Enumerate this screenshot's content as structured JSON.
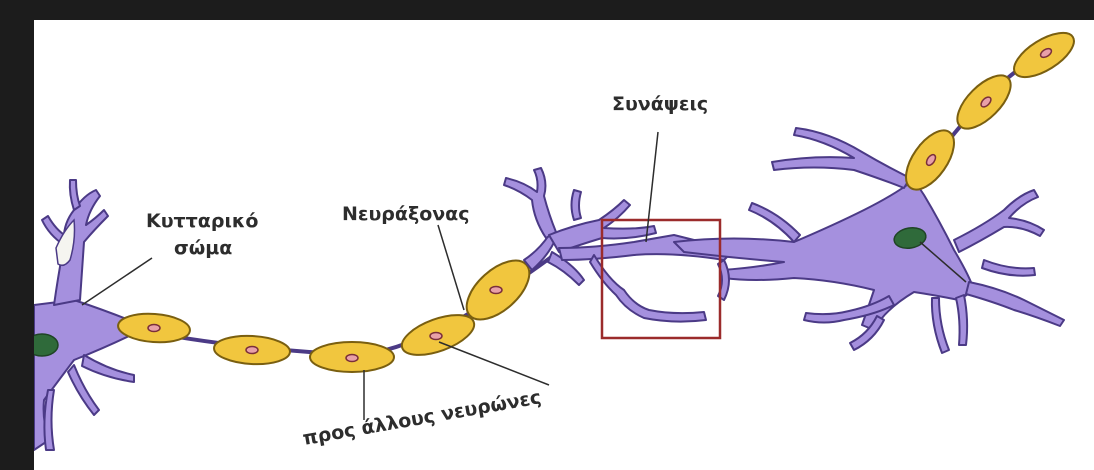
{
  "diagram": {
    "labels": {
      "cell_body_line1": "Κυτταρικό",
      "cell_body_line2": "σώμα",
      "axon": "Νευράξονας",
      "synapses": "Συνάψεις",
      "to_other_neurons": "προς άλλους νευρώνες"
    },
    "colors": {
      "neuron_body": "#a590de",
      "neuron_outline": "#4b3a86",
      "myelin": "#f1c63e",
      "myelin_outline": "#7a5f10",
      "nucleus": "#2f6a3a",
      "highlight_box": "#9b2b2b",
      "background_frame": "#1c1c1c"
    },
    "icons": [
      "left-neuron-icon",
      "right-neuron-icon",
      "myelin-sheath-icon",
      "nucleus-icon"
    ]
  }
}
